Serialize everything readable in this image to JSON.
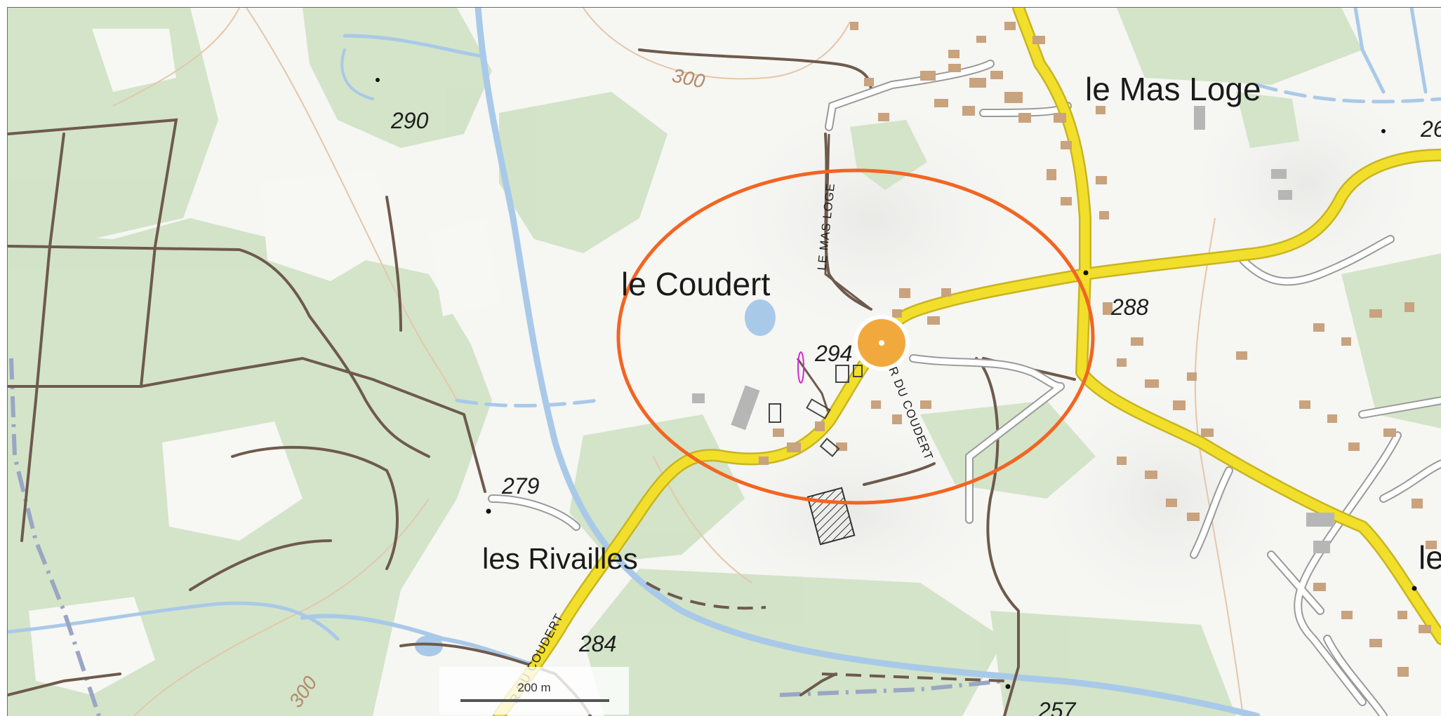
{
  "map": {
    "places": [
      {
        "id": "le-mas-loge",
        "text": "le Mas Loge"
      },
      {
        "id": "le-coudert",
        "text": "le Coudert"
      },
      {
        "id": "les-rivailles",
        "text": "les Rivailles"
      },
      {
        "id": "le-edge",
        "text": "le"
      }
    ],
    "altitudes": [
      {
        "id": "alt-290",
        "text": "290"
      },
      {
        "id": "alt-288",
        "text": "288"
      },
      {
        "id": "alt-294",
        "text": "294"
      },
      {
        "id": "alt-279",
        "text": "279"
      },
      {
        "id": "alt-284",
        "text": "284"
      },
      {
        "id": "alt-257",
        "text": "257"
      },
      {
        "id": "alt-26",
        "text": "26"
      }
    ],
    "contours": [
      {
        "id": "contour-300-top",
        "text": "300"
      },
      {
        "id": "contour-300-bottom",
        "text": "300"
      }
    ],
    "roads": [
      {
        "id": "road-le-mas-loge",
        "text": "LE MAS LOGE"
      },
      {
        "id": "road-du-coudert-1",
        "text": "R DU COUDERT"
      },
      {
        "id": "road-du-coudert-2",
        "text": "R DU COUDERT"
      }
    ],
    "colors": {
      "main_road": "#f2df2b",
      "road_casing": "#c9b421",
      "forest": "#cfe2c4",
      "water": "#a9c9e8",
      "building": "#c9a27e",
      "highlight_ellipse": "#f26522",
      "location_marker": "#f0a22e"
    }
  },
  "scale_bar": {
    "label": "200 m"
  }
}
